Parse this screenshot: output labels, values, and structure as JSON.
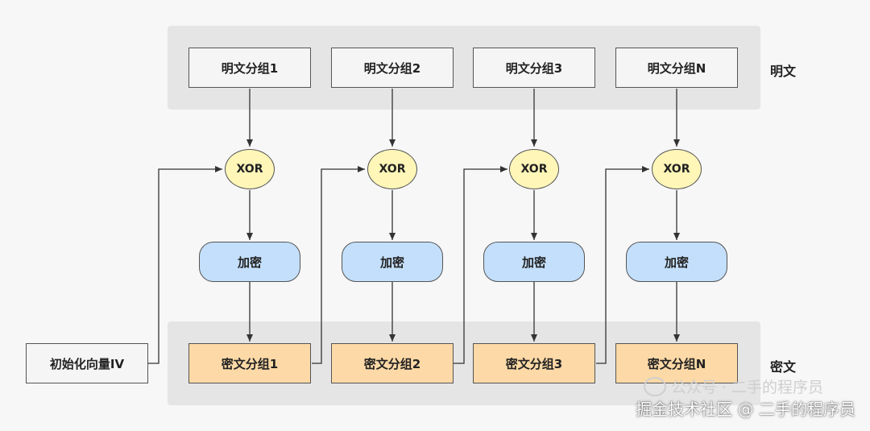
{
  "plaintext_blocks": [
    "明文分组1",
    "明文分组2",
    "明文分组3",
    "明文分组N"
  ],
  "xor_label": "XOR",
  "encrypt_label": "加密",
  "ciphertext_blocks": [
    "密文分组1",
    "密文分组2",
    "密文分组3",
    "密文分组N"
  ],
  "iv_label": "初始化向量IV",
  "row_labels": {
    "plaintext": "明文",
    "ciphertext": "密文"
  },
  "watermark": {
    "wechat": "公众号 · 二手的程序员",
    "site": "掘金技术社区 @ 二手的程序员"
  },
  "colors": {
    "xor_fill": "#fff6b8",
    "encrypt_fill": "#c3dffb",
    "cipher_fill": "#fcd9a6",
    "band_fill": "#e5e5e5"
  }
}
